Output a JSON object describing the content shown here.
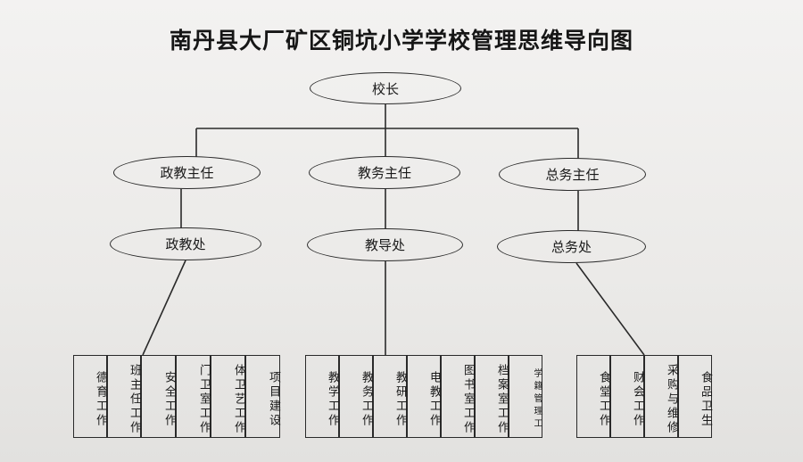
{
  "title": "南丹县大厂矿区铜坑小学学校管理思维导向图",
  "root": {
    "label": "校长"
  },
  "directors": [
    {
      "label": "政教主任"
    },
    {
      "label": "教务主任"
    },
    {
      "label": "总务主任"
    }
  ],
  "offices": [
    {
      "label": "政教处"
    },
    {
      "label": "教导处"
    },
    {
      "label": "总务处"
    }
  ],
  "groups": [
    {
      "items": [
        "德育工作",
        "班主任工作",
        "安全工作",
        "门卫室工作",
        "体卫艺工作",
        "项目建设"
      ]
    },
    {
      "items": [
        "教学工作",
        "教务工作",
        "教研工作",
        "电教工作",
        "图书室工作",
        "档案室工作",
        "学籍管理工"
      ]
    },
    {
      "items": [
        "食堂工作",
        "财会工作",
        "采购与维修",
        "食品卫生"
      ]
    }
  ]
}
